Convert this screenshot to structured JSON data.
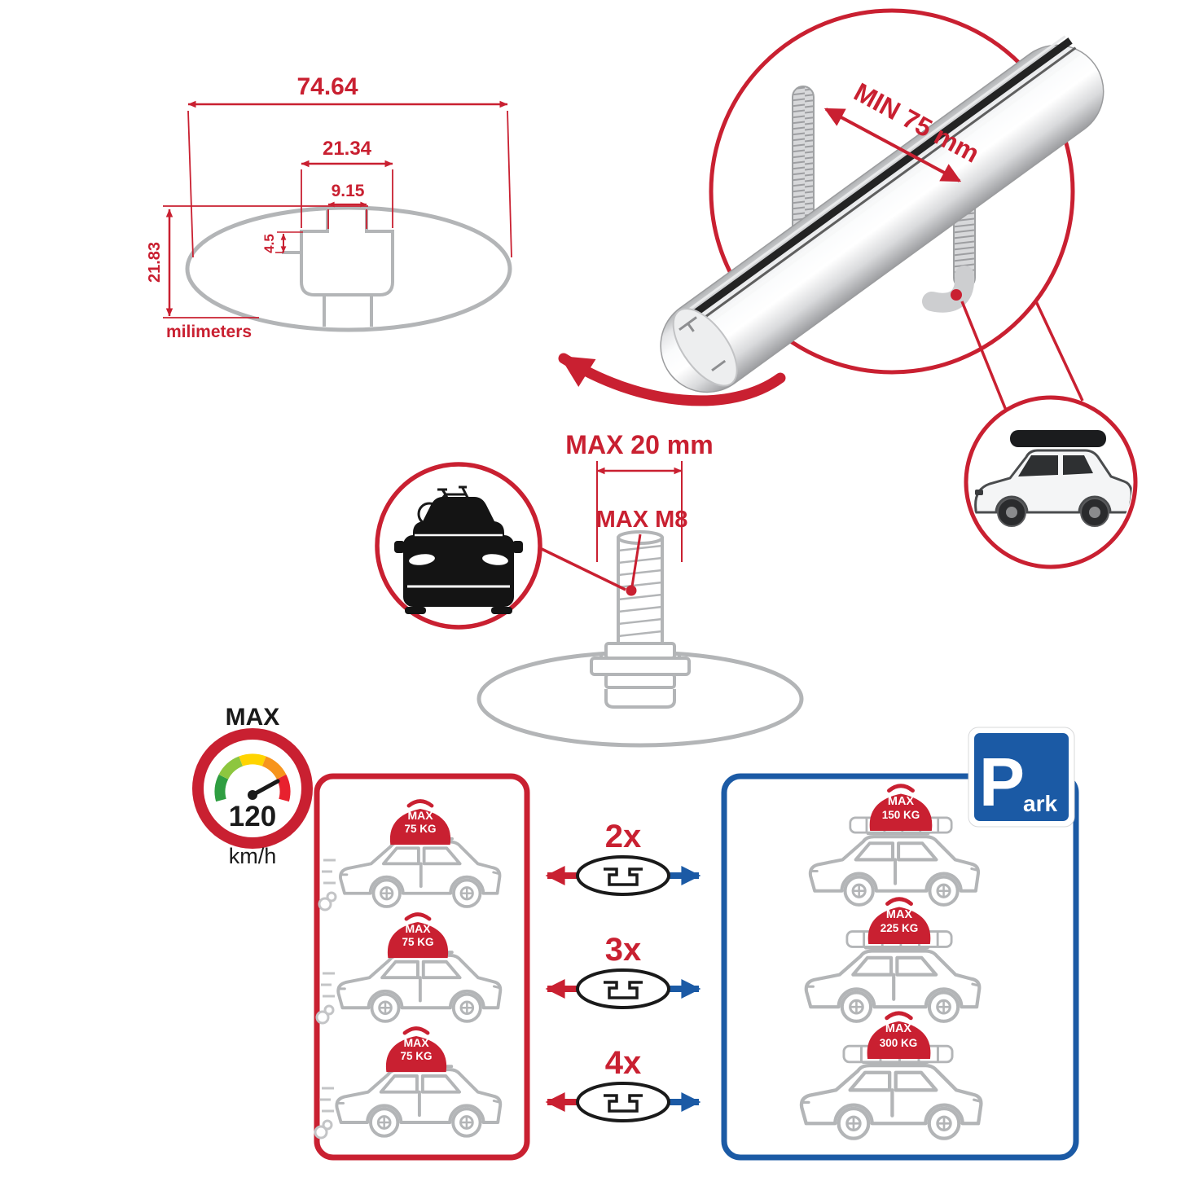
{
  "colors": {
    "red": "#c92031",
    "blue": "#1b5aa5",
    "gray": "#b3b5b7",
    "black": "#1a1a1a"
  },
  "profile_diagram": {
    "dim_total_width": "74.64",
    "dim_slot_outer": "21.34",
    "dim_slot_inner": "9.15",
    "dim_step": "4.5",
    "dim_total_height": "21.83",
    "units_label": "milimeters"
  },
  "bar_detail": {
    "clamp_min_label": "MIN 75 mm"
  },
  "bolt_diagram": {
    "bolt_length_label": "MAX 20 mm",
    "bolt_thread_label": "MAX M8"
  },
  "speed_limit": {
    "label": "MAX",
    "value": "120",
    "unit": "km/h"
  },
  "loading": {
    "driving_cars": [
      {
        "badge_label": "MAX",
        "badge_weight": "75 KG"
      },
      {
        "badge_label": "MAX",
        "badge_weight": "75 KG"
      },
      {
        "badge_label": "MAX",
        "badge_weight": "75 KG"
      }
    ],
    "bar_counts": [
      "2x",
      "3x",
      "4x"
    ],
    "parked_cars": [
      {
        "badge_label": "MAX",
        "badge_weight": "150 KG"
      },
      {
        "badge_label": "MAX",
        "badge_weight": "225 KG"
      },
      {
        "badge_label": "MAX",
        "badge_weight": "300 KG"
      }
    ],
    "park_sign": {
      "letter": "P",
      "suffix": "ark"
    }
  }
}
